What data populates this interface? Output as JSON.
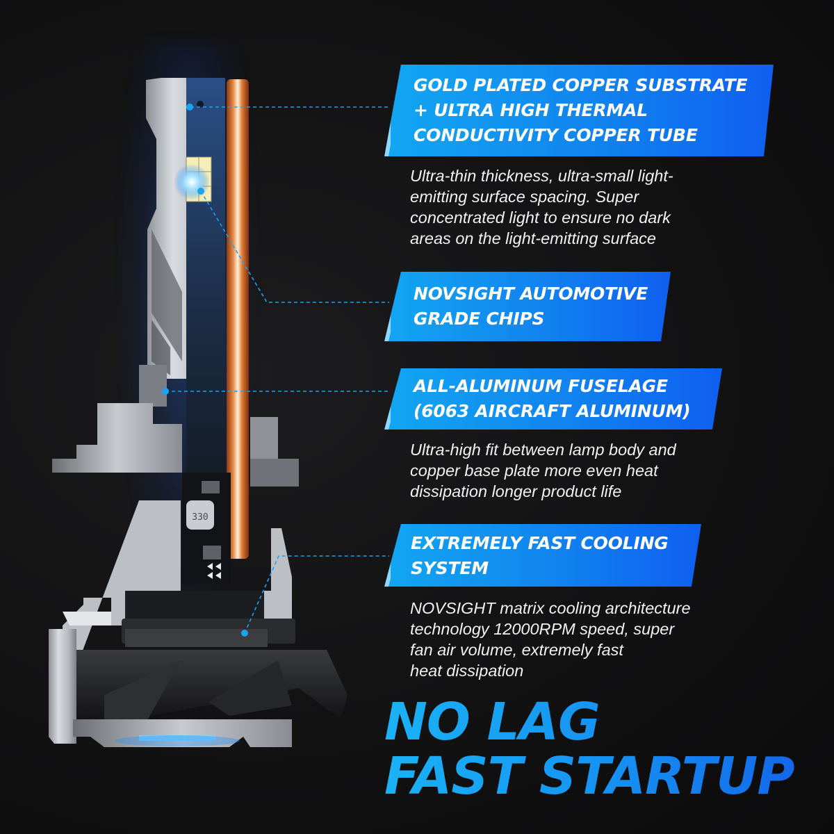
{
  "colors": {
    "background": "#121213",
    "banner_start": "#12a7f2",
    "banner_end": "#0f5ff0",
    "banner_edge": "#9fdcfb",
    "callout_line": "#1aa3f0",
    "copper": "#d9793a",
    "headline_start": "#1ab2f6",
    "headline_end": "#1368ea",
    "text": "#f2f2f2"
  },
  "product": {
    "name": "LED headlight bulb cutaway",
    "inductor_label": "330"
  },
  "features": [
    {
      "title": "GOLD PLATED COPPER SUBSTRATE\n+ ULTRA HIGH THERMAL\nCONDUCTIVITY COPPER TUBE",
      "description": "Ultra-thin thickness, ultra-small light-\nemitting surface spacing. Super\nconcentrated light to ensure no dark\nareas on the light-emitting surface"
    },
    {
      "title": "NOVSIGHT AUTOMOTIVE\nGRADE CHIPS",
      "description": ""
    },
    {
      "title": "ALL-ALUMINUM FUSELAGE\n(6063 AIRCRAFT ALUMINUM)",
      "description": "Ultra-high fit between lamp body and\ncopper base plate more even heat\ndissipation longer product life"
    },
    {
      "title": "EXTREMELY FAST COOLING\nSYSTEM",
      "description": "NOVSIGHT matrix cooling architecture\ntechnology 12000RPM speed, super\nfan air volume, extremely fast\nheat dissipation"
    }
  ],
  "headline": "NO LAG\nFAST STARTUP"
}
